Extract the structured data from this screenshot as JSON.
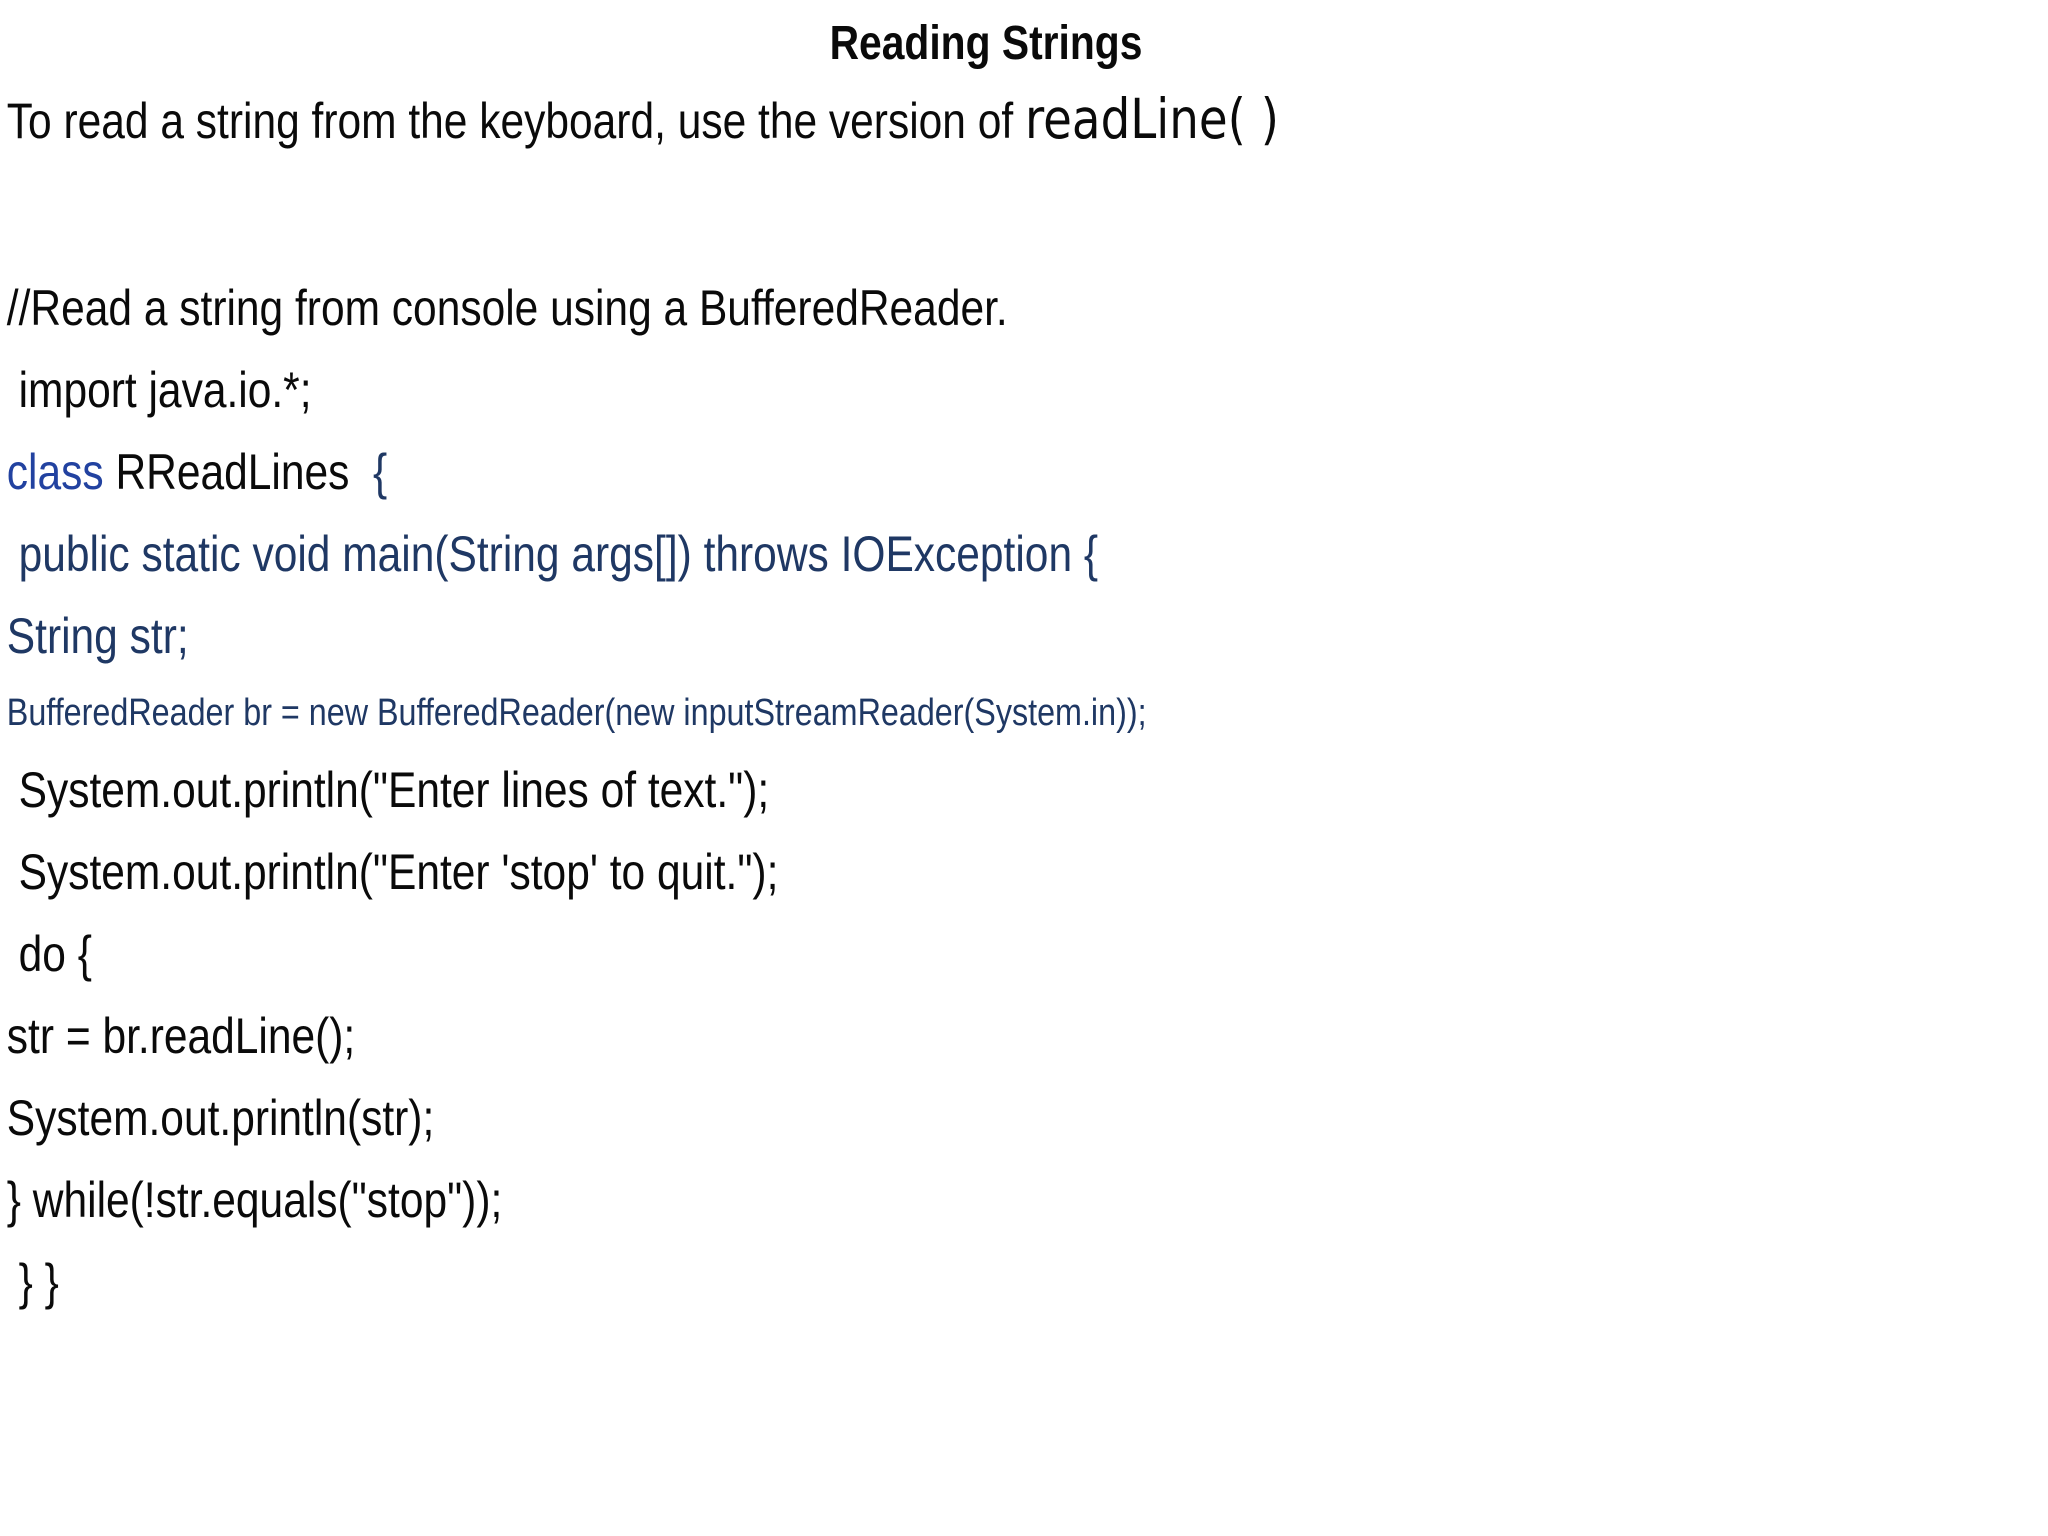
{
  "slide": {
    "title": "Reading Strings",
    "intro": {
      "text": "To read a string from the keyboard, use the version of ",
      "code": "readLine( )"
    },
    "code_lines": [
      {
        "segments": [
          {
            "text": "//Read a string from console using a BufferedReader.",
            "style": "black"
          }
        ]
      },
      {
        "segments": [
          {
            "text": " import java.io.*;",
            "style": "black"
          }
        ]
      },
      {
        "segments": [
          {
            "text": "class",
            "style": "keyword"
          },
          {
            "text": " RReadLines",
            "style": "black"
          },
          {
            "text": "  {",
            "style": "navy"
          }
        ]
      },
      {
        "segments": [
          {
            "text": " public static void main(String args[]) throws IOException {",
            "style": "navy"
          }
        ]
      },
      {
        "segments": [
          {
            "text": "String str;",
            "style": "navy"
          }
        ]
      },
      {
        "size": "small",
        "segments": [
          {
            "text": "BufferedReader br = new BufferedReader(new inputStreamReader(System.in));",
            "style": "navy"
          }
        ]
      },
      {
        "segments": [
          {
            "text": " System.out.println(\"Enter lines of text.\");",
            "style": "black"
          }
        ]
      },
      {
        "segments": [
          {
            "text": " System.out.println(\"Enter 'stop' to quit.\");",
            "style": "black"
          }
        ]
      },
      {
        "segments": [
          {
            "text": " do {",
            "style": "black"
          }
        ]
      },
      {
        "segments": [
          {
            "text": "str = br.readLine();",
            "style": "black"
          }
        ]
      },
      {
        "segments": [
          {
            "text": "System.out.println(str);",
            "style": "black"
          }
        ]
      },
      {
        "segments": [
          {
            "text": "} while(!str.equals(\"stop\"));",
            "style": "black"
          }
        ]
      },
      {
        "segments": [
          {
            "text": " } }",
            "style": "black"
          }
        ]
      }
    ],
    "colors": {
      "black": "#0a0a0a",
      "navy": "#1f3864",
      "keyword": "#2242a0",
      "background": "#ffffff"
    }
  }
}
